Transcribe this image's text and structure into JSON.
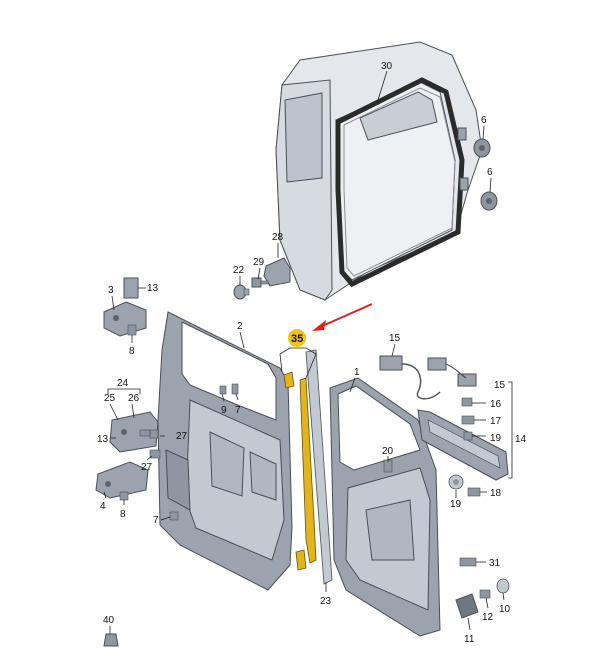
{
  "colors": {
    "van_body": "#e4e7ec",
    "van_shade": "#c9ced6",
    "glass": "#bcc3cc",
    "seal": "#2b2b2b",
    "door_panel": "#9aa3ae",
    "door_inner": "#c3c9d1",
    "highlight_strip": "#e3b41d",
    "highlight_badge": "#f2c21a",
    "arrow": "#e02020",
    "hardware": "#8d96a1"
  },
  "callouts": {
    "c30": "30",
    "c6a": "6",
    "c6b": "6",
    "c28": "28",
    "c29": "29",
    "c22": "22",
    "c3": "3",
    "c13a": "13",
    "c8a": "8",
    "c2": "2",
    "c35": "35",
    "c15a": "15",
    "c1": "1",
    "c24": "24",
    "c25": "25",
    "c26": "26",
    "c9": "9",
    "c7a": "7",
    "c15b": "15",
    "c16": "16",
    "c17": "17",
    "c19a": "19",
    "c14": "14",
    "c13b": "13",
    "c27a": "27",
    "c27b": "27",
    "c20": "20",
    "c18": "18",
    "c19b": "19",
    "c4": "4",
    "c8b": "8",
    "c7b": "7",
    "c31": "31",
    "c23": "23",
    "c12": "12",
    "c10": "10",
    "c11": "11",
    "c40": "40"
  }
}
